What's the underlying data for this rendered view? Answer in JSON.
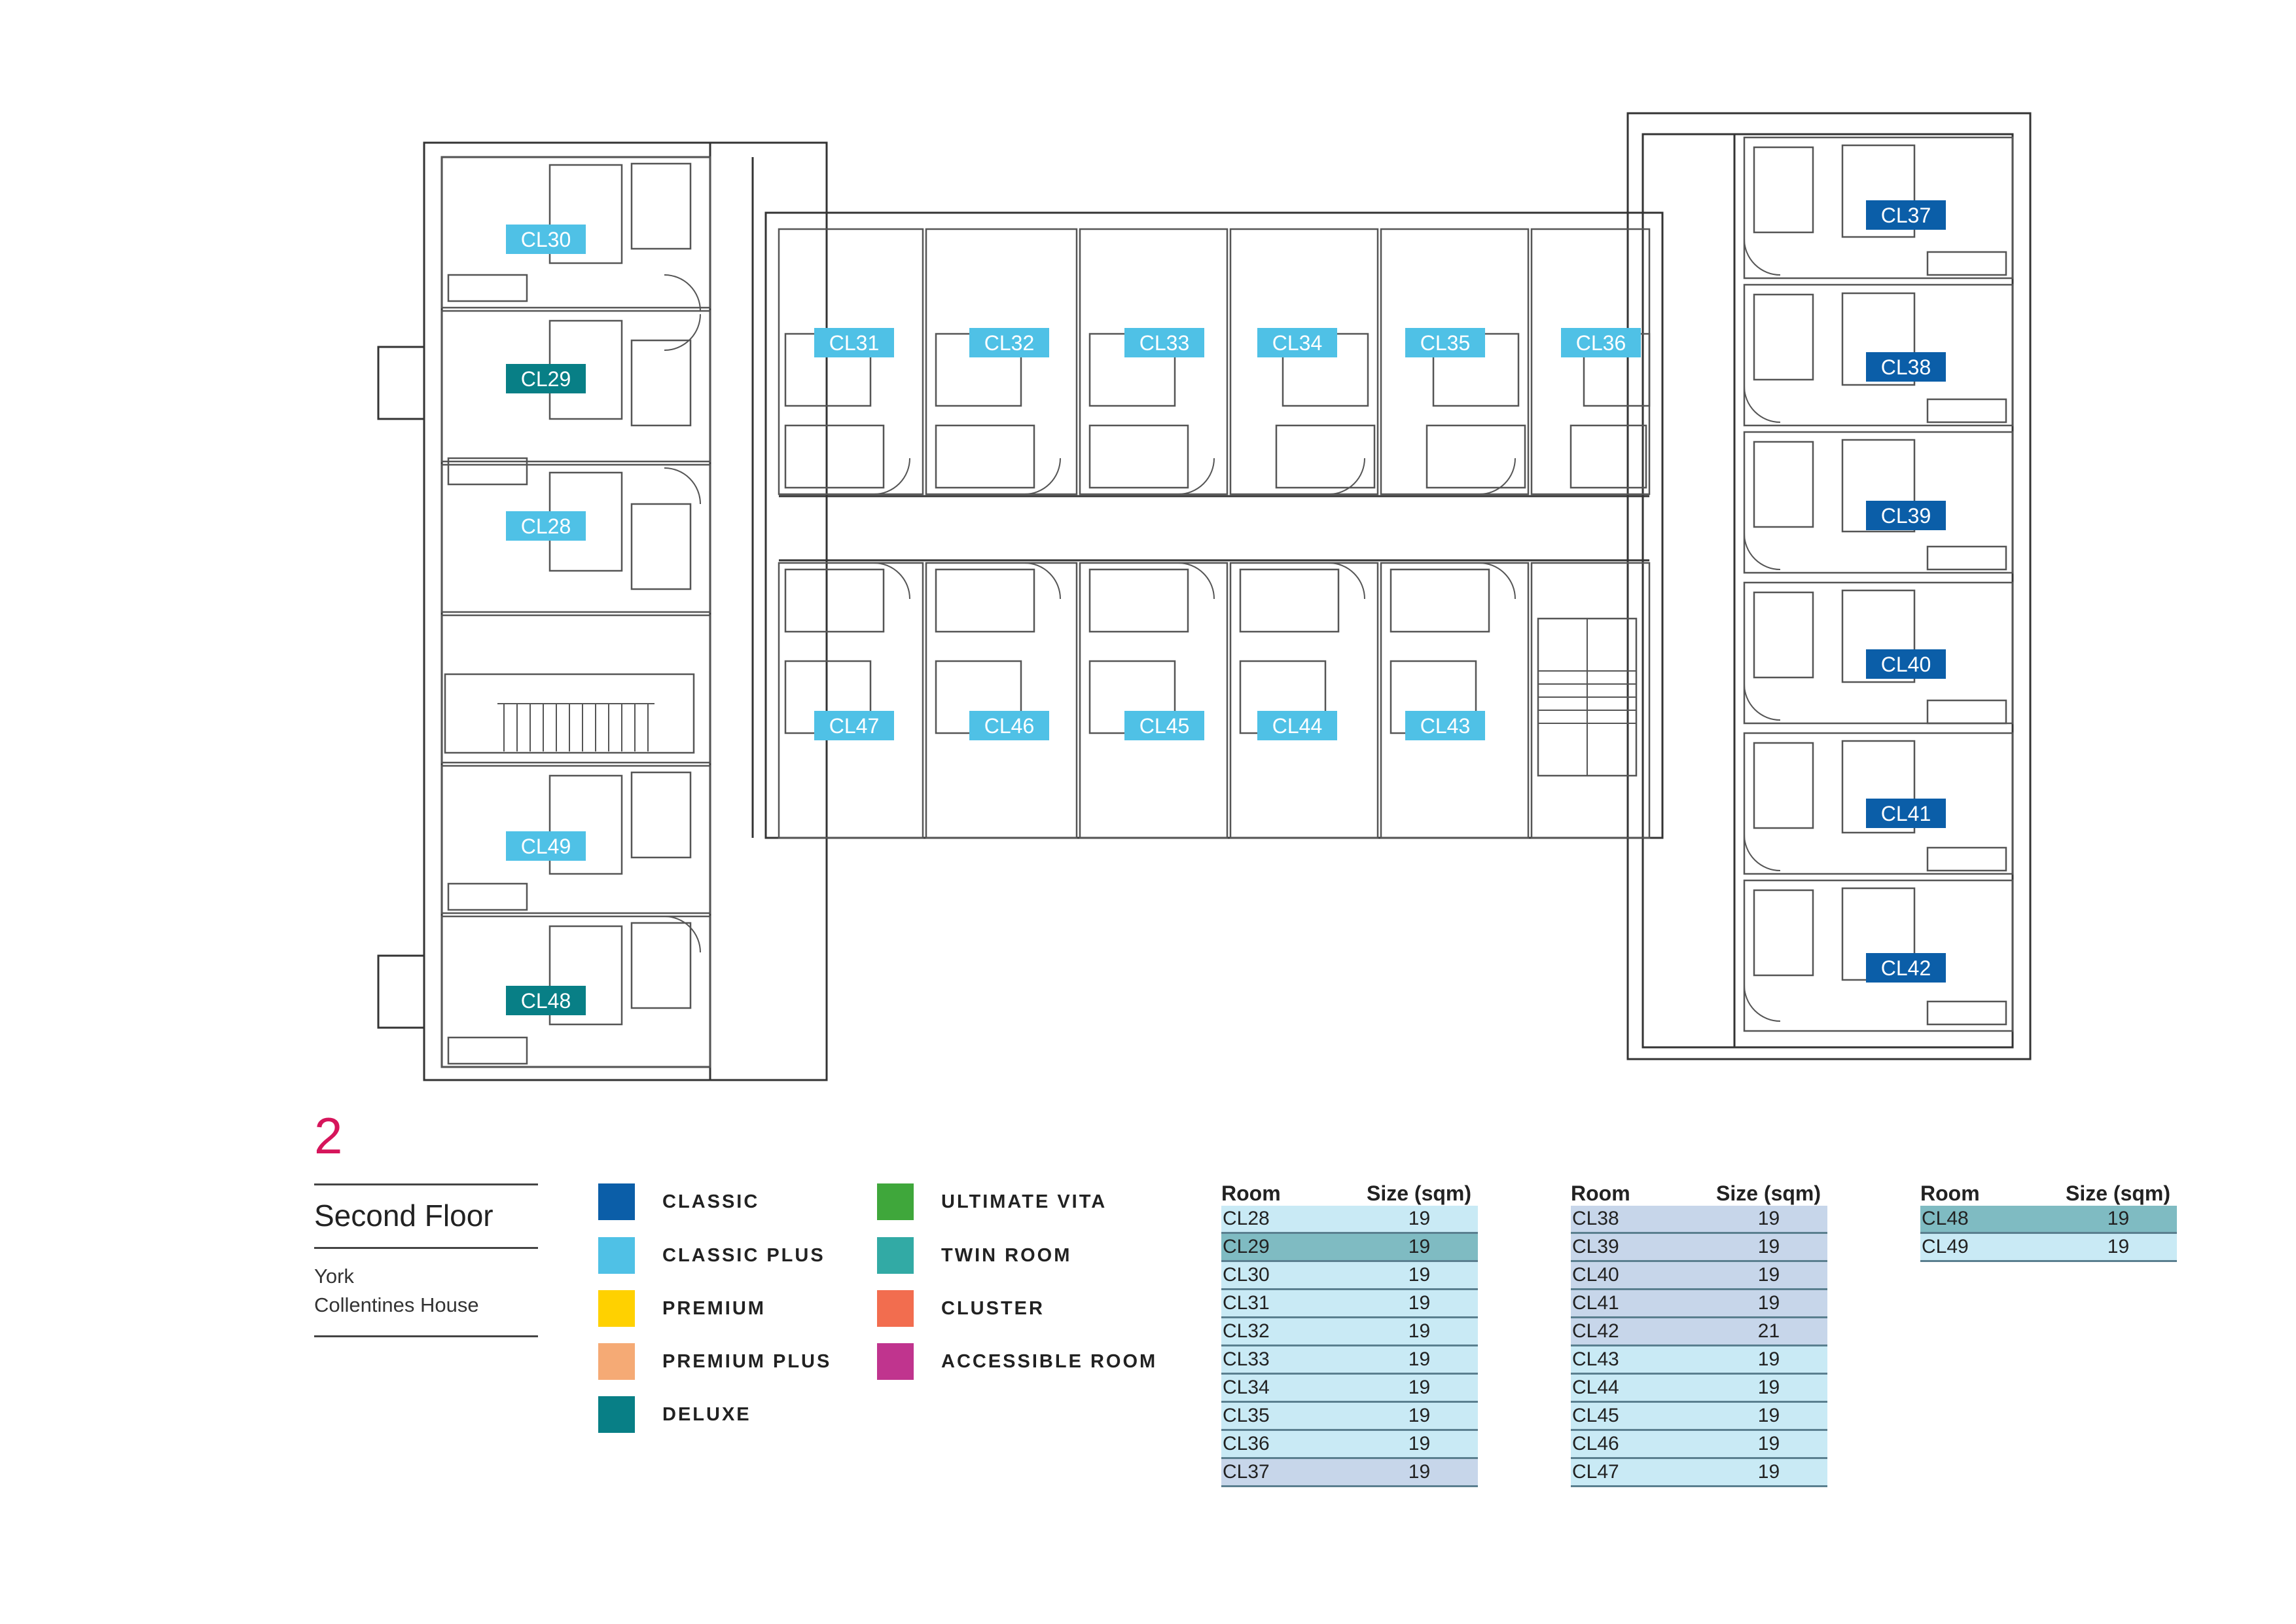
{
  "floor": {
    "number": "2",
    "name": "Second Floor",
    "building_line1": "York",
    "building_line2": "Collentines House"
  },
  "colors": {
    "classic": "#0b5ea8",
    "classic_plus": "#4fc1e6",
    "premium": "#ffd100",
    "premium_plus": "#f5aa75",
    "deluxe": "#087f86",
    "ultimate_vita": "#3fa73b",
    "twin_room": "#32aaa5",
    "cluster": "#f26d4f",
    "accessible_room": "#c0348e"
  },
  "legend": [
    {
      "label": "CLASSIC",
      "color": "#0b5ea8"
    },
    {
      "label": "CLASSIC PLUS",
      "color": "#4fc1e6"
    },
    {
      "label": "PREMIUM",
      "color": "#ffd100"
    },
    {
      "label": "PREMIUM PLUS",
      "color": "#f5aa75"
    },
    {
      "label": "DELUXE",
      "color": "#087f86"
    },
    {
      "label": "ULTIMATE VITA",
      "color": "#3fa73b"
    },
    {
      "label": "TWIN ROOM",
      "color": "#32aaa5"
    },
    {
      "label": "CLUSTER",
      "color": "#f26d4f"
    },
    {
      "label": "ACCESSIBLE ROOM",
      "color": "#c0348e"
    }
  ],
  "rooms": [
    {
      "id": "CL30",
      "type": "classic_plus"
    },
    {
      "id": "CL29",
      "type": "deluxe"
    },
    {
      "id": "CL28",
      "type": "classic_plus"
    },
    {
      "id": "CL49",
      "type": "classic_plus"
    },
    {
      "id": "CL48",
      "type": "deluxe"
    },
    {
      "id": "CL31",
      "type": "classic_plus"
    },
    {
      "id": "CL32",
      "type": "classic_plus"
    },
    {
      "id": "CL33",
      "type": "classic_plus"
    },
    {
      "id": "CL34",
      "type": "classic_plus"
    },
    {
      "id": "CL35",
      "type": "classic_plus"
    },
    {
      "id": "CL36",
      "type": "classic_plus"
    },
    {
      "id": "CL47",
      "type": "classic_plus"
    },
    {
      "id": "CL46",
      "type": "classic_plus"
    },
    {
      "id": "CL45",
      "type": "classic_plus"
    },
    {
      "id": "CL44",
      "type": "classic_plus"
    },
    {
      "id": "CL43",
      "type": "classic_plus"
    },
    {
      "id": "CL37",
      "type": "classic"
    },
    {
      "id": "CL38",
      "type": "classic"
    },
    {
      "id": "CL39",
      "type": "classic"
    },
    {
      "id": "CL40",
      "type": "classic"
    },
    {
      "id": "CL41",
      "type": "classic"
    },
    {
      "id": "CL42",
      "type": "classic"
    }
  ],
  "tables": {
    "header": {
      "room": "Room",
      "size": "Size (sqm)"
    },
    "t1": [
      {
        "room": "CL28",
        "size": "19",
        "type": "classic_plus"
      },
      {
        "room": "CL29",
        "size": "19",
        "type": "deluxe"
      },
      {
        "room": "CL30",
        "size": "19",
        "type": "classic_plus"
      },
      {
        "room": "CL31",
        "size": "19",
        "type": "classic_plus"
      },
      {
        "room": "CL32",
        "size": "19",
        "type": "classic_plus"
      },
      {
        "room": "CL33",
        "size": "19",
        "type": "classic_plus"
      },
      {
        "room": "CL34",
        "size": "19",
        "type": "classic_plus"
      },
      {
        "room": "CL35",
        "size": "19",
        "type": "classic_plus"
      },
      {
        "room": "CL36",
        "size": "19",
        "type": "classic_plus"
      },
      {
        "room": "CL37",
        "size": "19",
        "type": "classic"
      }
    ],
    "t2": [
      {
        "room": "CL38",
        "size": "19",
        "type": "classic"
      },
      {
        "room": "CL39",
        "size": "19",
        "type": "classic"
      },
      {
        "room": "CL40",
        "size": "19",
        "type": "classic"
      },
      {
        "room": "CL41",
        "size": "19",
        "type": "classic"
      },
      {
        "room": "CL42",
        "size": "21",
        "type": "classic"
      },
      {
        "room": "CL43",
        "size": "19",
        "type": "classic_plus"
      },
      {
        "room": "CL44",
        "size": "19",
        "type": "classic_plus"
      },
      {
        "room": "CL45",
        "size": "19",
        "type": "classic_plus"
      },
      {
        "room": "CL46",
        "size": "19",
        "type": "classic_plus"
      },
      {
        "room": "CL47",
        "size": "19",
        "type": "classic_plus"
      }
    ],
    "t3": [
      {
        "room": "CL48",
        "size": "19",
        "type": "deluxe"
      },
      {
        "room": "CL49",
        "size": "19",
        "type": "classic_plus"
      }
    ]
  }
}
